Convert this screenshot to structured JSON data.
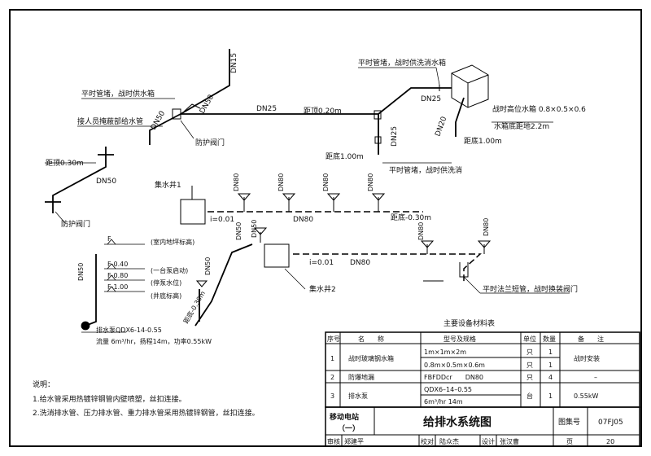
{
  "labels": {
    "dn15": "DN15",
    "dn50_a": "DN50",
    "dn50_b": "DN50",
    "peace_supply": "平时管堵，战时供水箱",
    "shelter_pipe": "接人员掩蔽部给水管",
    "protect_valve_a": "防护阀门",
    "dn25_main": "DN25",
    "top_dist": "距顶0.20m",
    "dn25_v": "DN25",
    "floor_dist_a": "距底1.00m",
    "peace_wash": "平时管堵，战时供洗消",
    "tank_supply": "平时管堵，战时供洗消水箱",
    "dn25_tank": "DN25",
    "tank_dims": "战时高位水箱 0.8×0.5×0.6",
    "tank_height": "水箱底距地2.2m",
    "dn20": "DN20",
    "floor_dist_b": "距底1.00m",
    "left_top": "距顶0.30m",
    "dn50_left": "DN50",
    "protect_valve_b": "防护阀门",
    "sump1": "集水井1",
    "dn80_1": "DN80",
    "dn80_2": "DN80",
    "dn80_3": "DN80",
    "dn80_4": "DN80",
    "dn80_main1": "DN80",
    "slope1": "i=0.01",
    "floor_dist_c": "距底-0.30m",
    "dn50_sump": "DN50",
    "dn50_sump2": "DN50",
    "dn80_main2": "DN80",
    "slope2": "i=0.01",
    "sump2": "集水井2",
    "dn80_5": "DN80",
    "dn80_6": "DN80",
    "flange_note": "平时法兰短管，战时换装阀门",
    "dn50_lower": "DN50",
    "dn50_vert": "DN50",
    "floor_dist_d": "距底-0.30m",
    "lvl_f": "F",
    "lvl_f_desc": "(室内地坪标高)",
    "lvl_040": "F-0.40",
    "lvl_040_desc": "(一台泵启动)",
    "lvl_080": "F-0.80",
    "lvl_080_desc": "(停泵水位)",
    "lvl_100": "F-1.00",
    "lvl_100_desc": "(井底标高)",
    "pump_model": "排水泵QDX6-14-0.55",
    "pump_spec": "流量 6m³/hr，扬程14m，功率0.55kW"
  },
  "notes": {
    "title": "说明：",
    "line1": "1.给水管采用热镀锌钢管内壁喷塑，丝扣连接。",
    "line2": "2.洗消排水管、压力排水管、重力排水管采用热镀锌钢管，丝扣连接。"
  },
  "equipment_table": {
    "caption": "主要设备材料表",
    "headers": [
      "序号",
      "名　　称",
      "型号及规格",
      "单位",
      "数量",
      "备　　注"
    ],
    "rows": [
      {
        "no": "1",
        "name": "战时玻璃钢水箱",
        "spec1": "1m×1m×2m",
        "spec2": "0.8m×0.5m×0.6m",
        "unit1": "只",
        "unit2": "只",
        "qty1": "1",
        "qty2": "1",
        "note": "战时安装"
      },
      {
        "no": "2",
        "name": "防爆地漏",
        "spec1": "FBFDDcr　　DN80",
        "unit1": "只",
        "qty1": "4",
        "note": "–"
      },
      {
        "no": "3",
        "name": "排水泵",
        "spec1": "QDX6–14–0.55",
        "spec2": "6m³/hr 14m",
        "unit1": "台",
        "qty1": "1",
        "note": "0.55kW"
      }
    ]
  },
  "title_block": {
    "project_line1": "移动电站",
    "project_line2": "（一）",
    "drawing_title": "给排水系统图",
    "atlas_label": "图集号",
    "atlas_no": "07FJ05",
    "review_label": "审核",
    "reviewer": "郑建平",
    "check_label": "校对",
    "checker": "陆众杰",
    "design_label": "设计",
    "designer": "张汉曹",
    "page_label": "页",
    "page_no": "20"
  }
}
